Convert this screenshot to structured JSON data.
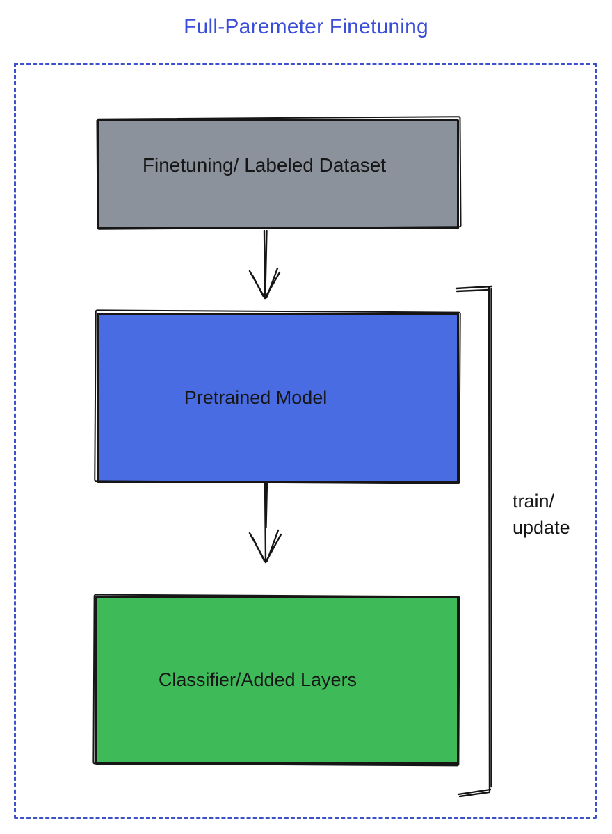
{
  "title": {
    "text": "Full-Paremeter Finetuning",
    "color": "#3b4ed9"
  },
  "frame": {
    "border_color": "#3d51ca",
    "border_style": "dashed"
  },
  "ink": {
    "color": "#161616"
  },
  "nodes": {
    "dataset": {
      "label": "Finetuning/ Labeled Dataset",
      "fill": "#8b929c"
    },
    "pretrained": {
      "label": "Pretrained Model",
      "fill": "#4a6ce2"
    },
    "classifier": {
      "label": "Classifier/Added Layers",
      "fill": "#3fba59"
    }
  },
  "connectors": {
    "arrow_dataset_to_pretrained": "down-arrow",
    "arrow_pretrained_to_classifier": "down-arrow",
    "bracket": {
      "shape": "right-side-bracket",
      "label_line1": "train/",
      "label_line2": "update"
    }
  }
}
